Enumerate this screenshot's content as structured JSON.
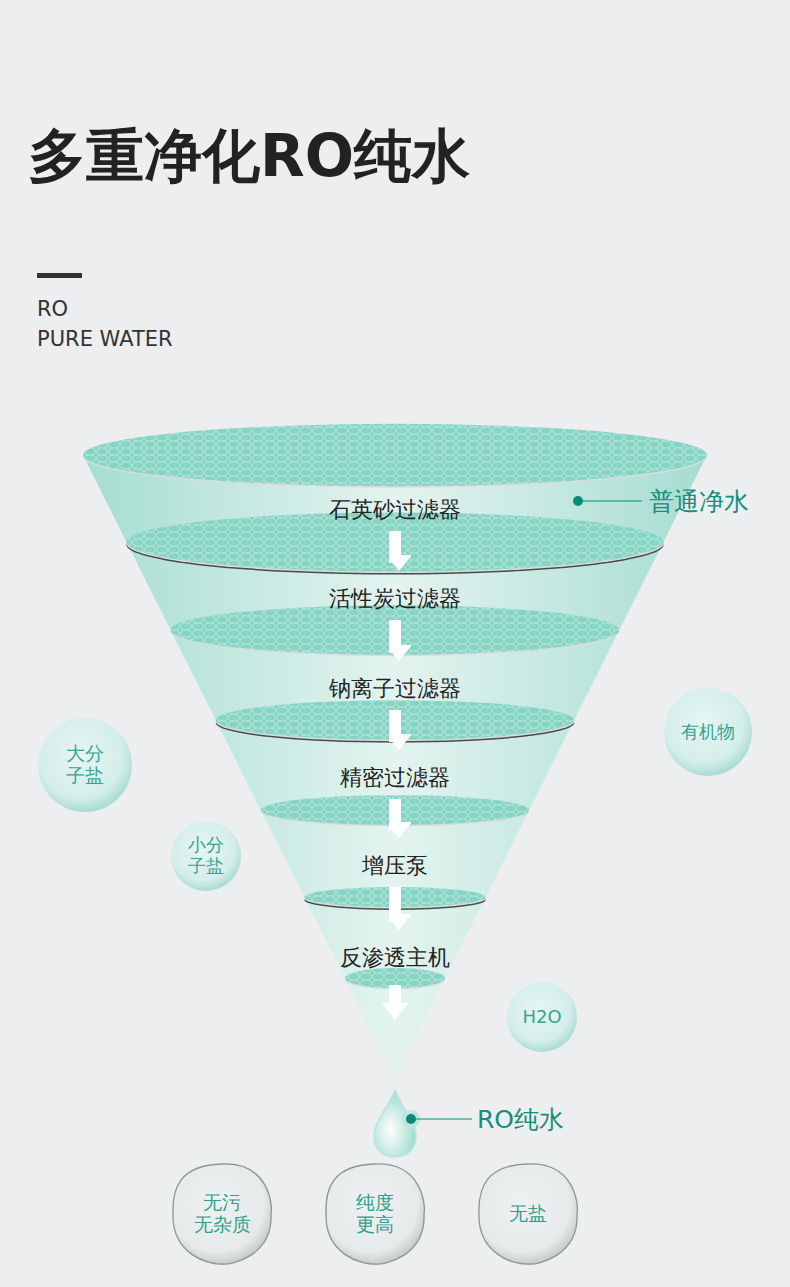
{
  "diagram": {
    "title": "多重净化RO纯水",
    "nodes": [
      {
        "text": [
          "石英砂过滤器"
        ]
      },
      {
        "text": [
          "活性炭过滤器"
        ]
      },
      {
        "text": [
          "钠离子过滤器"
        ]
      },
      {
        "text": [
          "精密过滤器"
        ]
      },
      {
        "text": [
          "增压泵"
        ]
      },
      {
        "text": [
          "反渗透主机"
        ]
      },
      {
        "text": [
          "有机物"
        ]
      },
      {
        "text": [
          "大分 子盐"
        ]
      },
      {
        "text": [
          "小分 子盐"
        ]
      },
      {
        "text": [
          "H2O"
        ]
      },
      {
        "text": [
          "无污 无杂质"
        ]
      },
      {
        "text": [
          "纯度 更高"
        ]
      },
      {
        "text": [
          "无盐"
        ]
      }
    ],
    "edges": [
      {
        "from": 0,
        "to": 1,
        "arrow": "to"
      },
      {
        "from": 1,
        "to": 2,
        "arrow": "to"
      },
      {
        "from": 2,
        "to": 3,
        "arrow": "to"
      },
      {
        "from": 3,
        "to": 4,
        "arrow": "to"
      },
      {
        "from": 4,
        "to": 5,
        "arrow": "to"
      }
    ],
    "labels": [
      "RO",
      "PURE WATER",
      "普通净水",
      "RO纯水"
    ]
  }
}
